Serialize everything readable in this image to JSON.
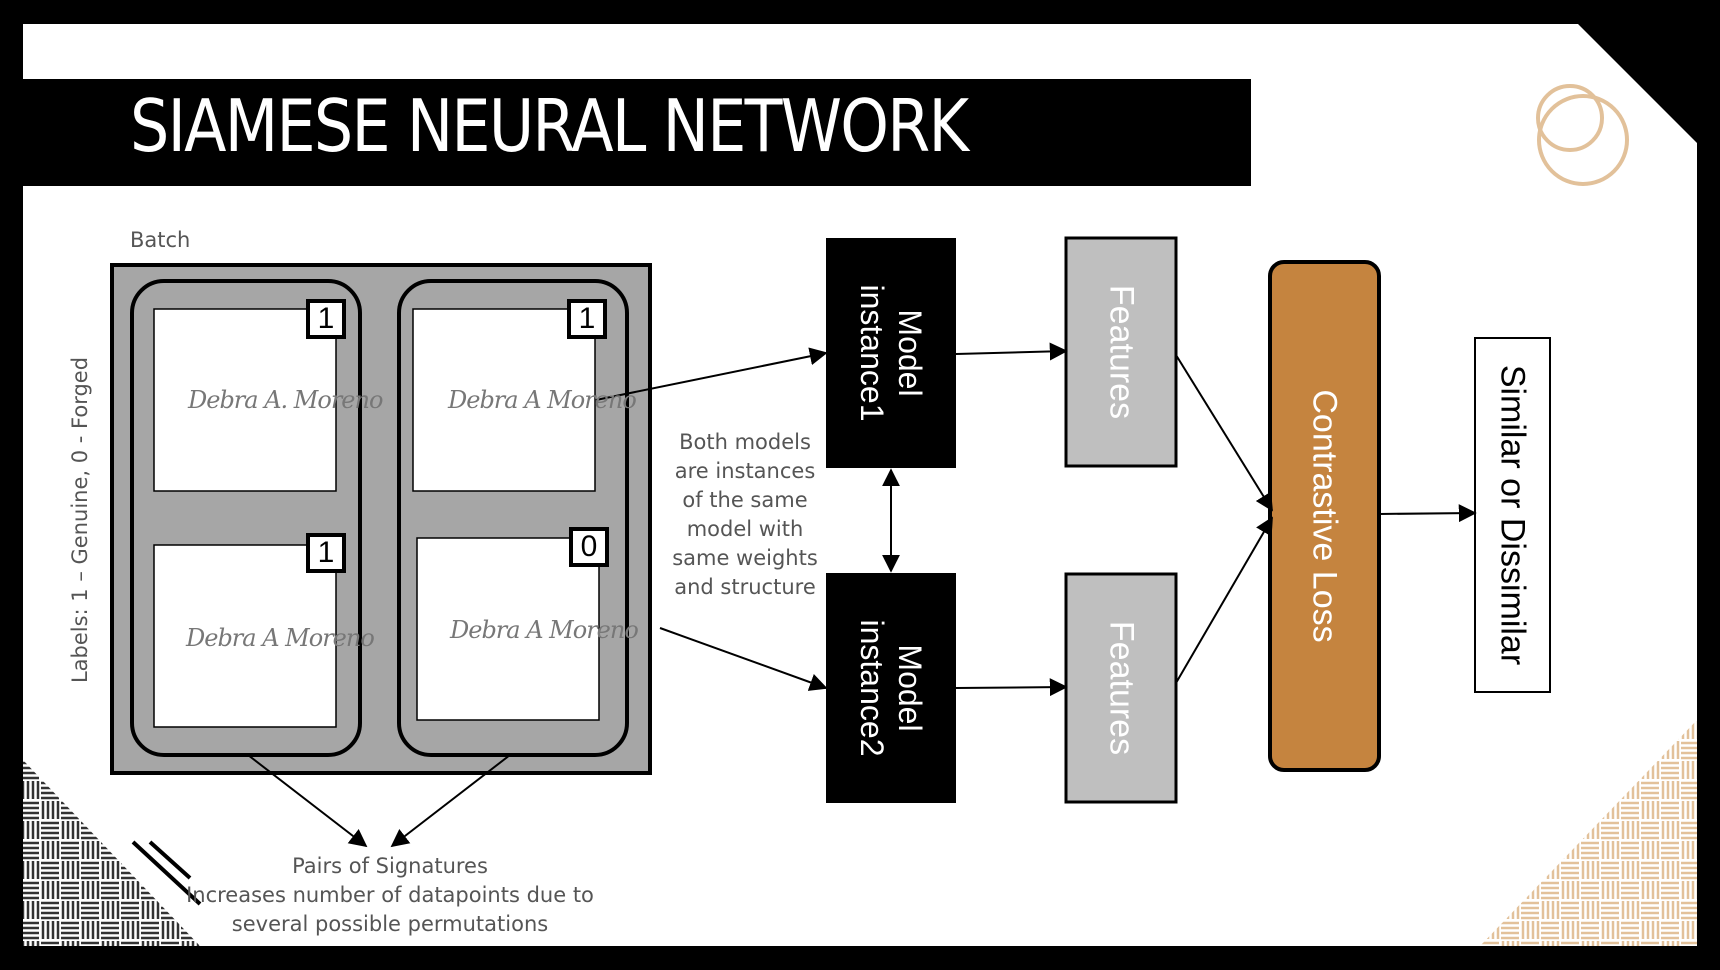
{
  "title": "SIAMESE NEURAL NETWORK",
  "batch_label": "Batch",
  "labels_note": "Labels: 1 – Genuine, 0 - Forged",
  "signatures": [
    {
      "text": "Debra A. Moreno",
      "label": "1"
    },
    {
      "text": "Debra A Moreno",
      "label": "1"
    },
    {
      "text": "Debra A Moreno",
      "label": "1"
    },
    {
      "text": "Debra A Moreno",
      "label": "0"
    }
  ],
  "model1_lines": [
    "Model",
    "instance1"
  ],
  "model2_lines": [
    "Model",
    "instance2"
  ],
  "features1": "Features",
  "features2": "Features",
  "loss": "Contrastive Loss",
  "output": "Similar or Dissimilar",
  "center_note_lines": [
    "Both models",
    "are instances",
    "of the same",
    "model with",
    "same weights",
    "and structure"
  ],
  "pairs_note_lines": [
    "Pairs of Signatures",
    "Increases number of datapoints due to",
    "several possible permutations"
  ],
  "colors": {
    "background": "#000000",
    "slide": "#ffffff",
    "batch_fill": "#a6a6a6",
    "features_fill": "#bfbfbf",
    "loss_fill": "#c5843f",
    "accent_ring": "#e2c19a"
  }
}
